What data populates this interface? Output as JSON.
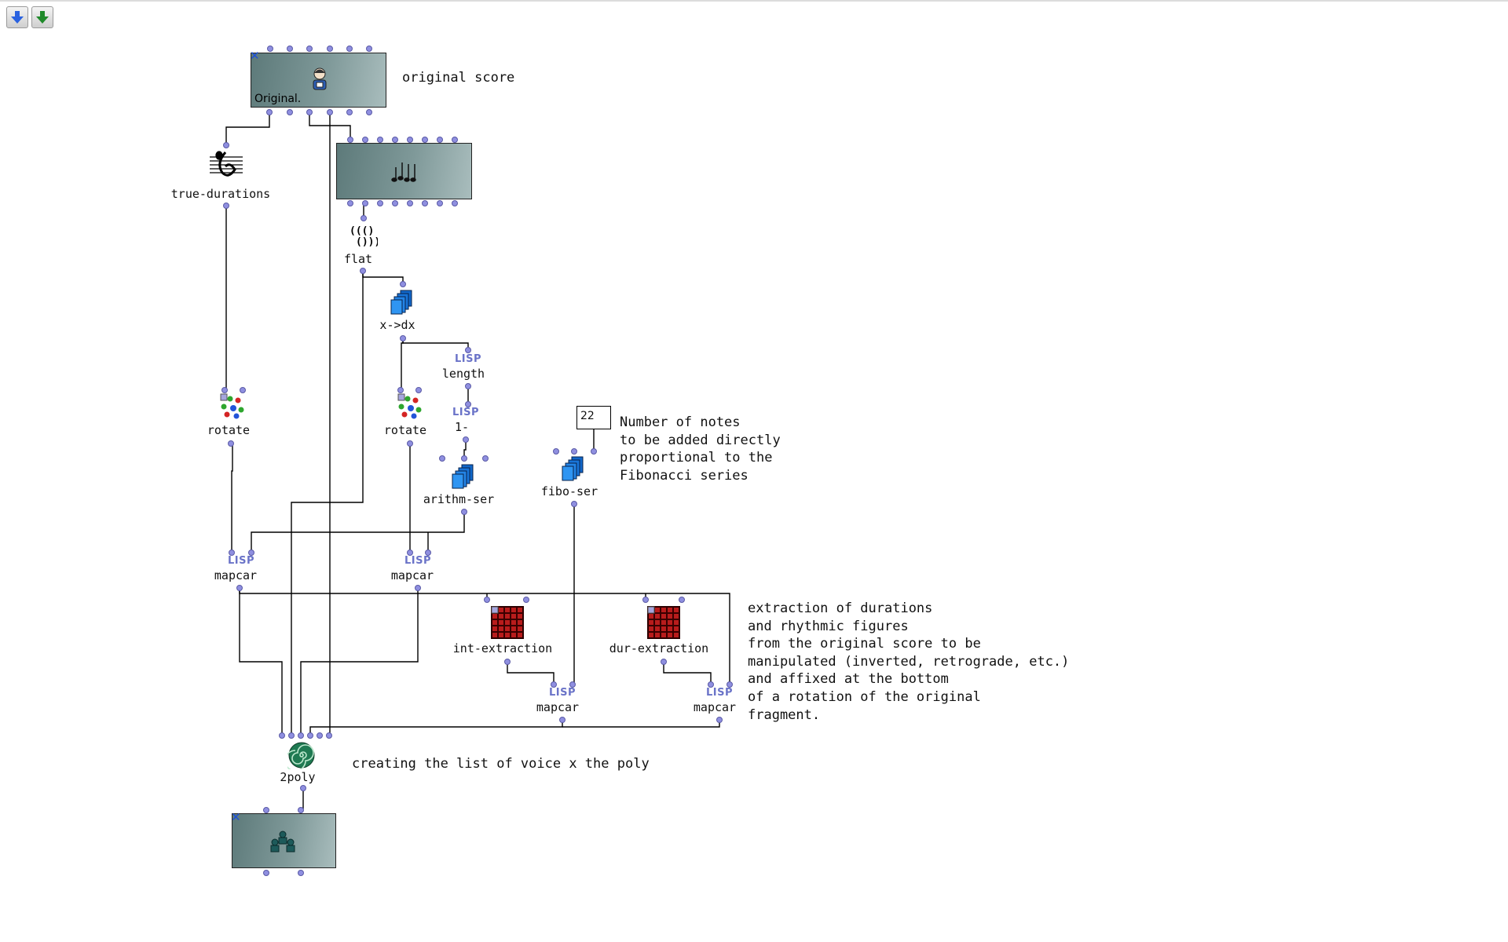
{
  "toolbar": {
    "buttons": [
      {
        "name": "down-arrow-blue-icon",
        "color": "#2a62e0"
      },
      {
        "name": "down-arrow-green-icon",
        "color": "#1f8a2a"
      }
    ]
  },
  "boxes": {
    "original_label": "Original."
  },
  "nodes": {
    "true_durations": "true-durations",
    "flat": "flat",
    "x_dx": "x->dx",
    "length": "length",
    "one_minus": "1-",
    "rotate_left": "rotate",
    "rotate_mid": "rotate",
    "arithm_ser": "arithm-ser",
    "fibo_ser": "fibo-ser",
    "mapcar_1": "mapcar",
    "mapcar_2": "mapcar",
    "int_extraction": "int-extraction",
    "dur_extraction": "dur-extraction",
    "mapcar_3": "mapcar",
    "mapcar_4": "mapcar",
    "two_poly": "2poly",
    "lisp_tag": "LISP"
  },
  "number_box": {
    "value": "22"
  },
  "comments": {
    "original_score": "original score",
    "fibonacci": "Number of notes\nto be added directly\nproportional to the\nFibonacci series",
    "extraction": "extraction of durations\nand rhythmic figures\nfrom the original score to be\nmanipulated (inverted, retrograde, etc.)\nand affixed at the bottom\nof a rotation of the original\nfragment.",
    "poly": "creating the list of voice x the poly"
  },
  "colors": {
    "box_gradient_start": "#5d7a7a",
    "box_gradient_end": "#a9bdbd",
    "pin": "#8f8fe0",
    "wire": "#000000",
    "lisp_tag": "#6a73c8",
    "close_x": "#1d4fd8"
  },
  "icons": {
    "original_box": "person-icon",
    "rhythm_box": "rhythm-notes-icon",
    "poly_box": "ensemble-icon",
    "true_durations": "score-icon",
    "flat": "parentheses-icon",
    "x_dx": "stacked-sheets-icon",
    "rotate": "dice-dots-icon",
    "arithm_ser": "stacked-sheets-icon",
    "fibo_ser": "stacked-sheets-icon",
    "extraction": "red-grid-icon",
    "two_poly": "spiral-icon"
  }
}
